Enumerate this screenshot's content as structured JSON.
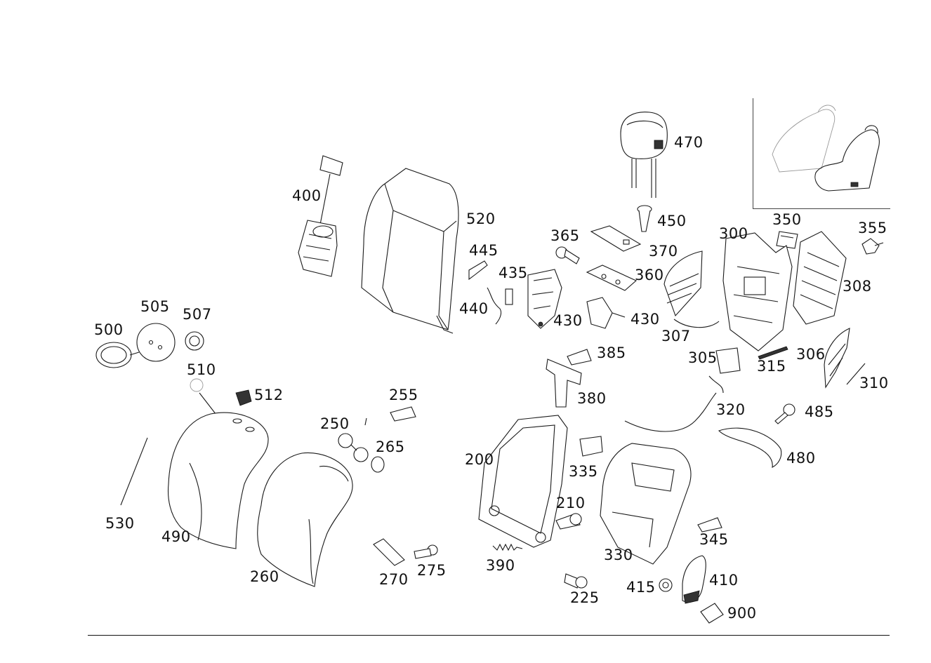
{
  "diagram": {
    "parts": [
      {
        "id": "p470",
        "number": "470"
      },
      {
        "id": "p400",
        "number": "400"
      },
      {
        "id": "p520",
        "number": "520"
      },
      {
        "id": "p450",
        "number": "450"
      },
      {
        "id": "p350",
        "number": "350"
      },
      {
        "id": "p355",
        "number": "355"
      },
      {
        "id": "p300",
        "number": "300"
      },
      {
        "id": "p365",
        "number": "365"
      },
      {
        "id": "p370",
        "number": "370"
      },
      {
        "id": "p445",
        "number": "445"
      },
      {
        "id": "p360",
        "number": "360"
      },
      {
        "id": "p435",
        "number": "435"
      },
      {
        "id": "p308",
        "number": "308"
      },
      {
        "id": "p440",
        "number": "440"
      },
      {
        "id": "p430a",
        "number": "430"
      },
      {
        "id": "p430b",
        "number": "430"
      },
      {
        "id": "p505",
        "number": "505"
      },
      {
        "id": "p507",
        "number": "507"
      },
      {
        "id": "p500",
        "number": "500"
      },
      {
        "id": "p307",
        "number": "307"
      },
      {
        "id": "p385",
        "number": "385"
      },
      {
        "id": "p305",
        "number": "305"
      },
      {
        "id": "p306",
        "number": "306"
      },
      {
        "id": "p315",
        "number": "315"
      },
      {
        "id": "p510",
        "number": "510"
      },
      {
        "id": "p310",
        "number": "310"
      },
      {
        "id": "p512",
        "number": "512"
      },
      {
        "id": "p380",
        "number": "380"
      },
      {
        "id": "p255",
        "number": "255"
      },
      {
        "id": "p320",
        "number": "320"
      },
      {
        "id": "p485",
        "number": "485"
      },
      {
        "id": "p250",
        "number": "250"
      },
      {
        "id": "p265",
        "number": "265"
      },
      {
        "id": "p200",
        "number": "200"
      },
      {
        "id": "p480",
        "number": "480"
      },
      {
        "id": "p335",
        "number": "335"
      },
      {
        "id": "p210",
        "number": "210"
      },
      {
        "id": "p530",
        "number": "530"
      },
      {
        "id": "p490",
        "number": "490"
      },
      {
        "id": "p345",
        "number": "345"
      },
      {
        "id": "p330",
        "number": "330"
      },
      {
        "id": "p390",
        "number": "390"
      },
      {
        "id": "p270",
        "number": "270"
      },
      {
        "id": "p275",
        "number": "275"
      },
      {
        "id": "p410",
        "number": "410"
      },
      {
        "id": "p260",
        "number": "260"
      },
      {
        "id": "p415",
        "number": "415"
      },
      {
        "id": "p225",
        "number": "225"
      },
      {
        "id": "p900",
        "number": "900"
      }
    ]
  }
}
